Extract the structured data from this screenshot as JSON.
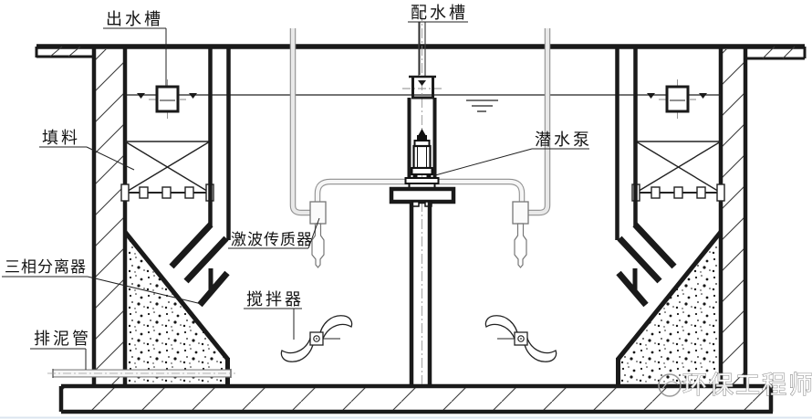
{
  "diagram": {
    "labels": {
      "outlet_trough": "出水槽",
      "distribution_trough": "配水槽",
      "packing": "填料",
      "submersible_pump": "潜水泵",
      "shock_wave_mass_transfer": "激波传质器",
      "three_phase_separator": "三相分离器",
      "agitator": "搅拌器",
      "sludge_pipe": "排泥管"
    },
    "watermark": "环保工程师",
    "colors": {
      "line": "#1a1a1a",
      "pipe_edge": "#9a9a9a",
      "watermark": "#7d7d7d"
    }
  }
}
